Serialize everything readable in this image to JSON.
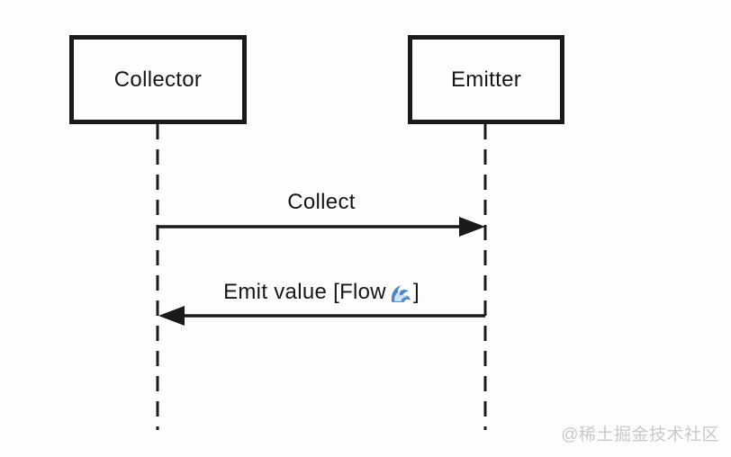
{
  "diagram": {
    "type": "sequence-diagram",
    "participants": [
      {
        "id": "collector",
        "label": "Collector"
      },
      {
        "id": "emitter",
        "label": "Emitter"
      }
    ],
    "messages": [
      {
        "from": "Collector",
        "to": "Emitter",
        "direction": "right",
        "label": "Collect"
      },
      {
        "from": "Emitter",
        "to": "Collector",
        "direction": "left",
        "label": "Emit value [Flow 🌊]",
        "label_prefix": "Emit value [Flow",
        "label_suffix": "]",
        "emoji": {
          "name": "water-wave-emoji",
          "char": "🌊"
        }
      }
    ]
  },
  "colors": {
    "line": "#1a1a1a",
    "background": "#fdfdfd",
    "watermark_text": "#c9c9c9",
    "wave_dark": "#4d86c6",
    "wave_light": "#cfe3f4"
  },
  "watermark": {
    "text": "@稀土掘金技术社区"
  }
}
